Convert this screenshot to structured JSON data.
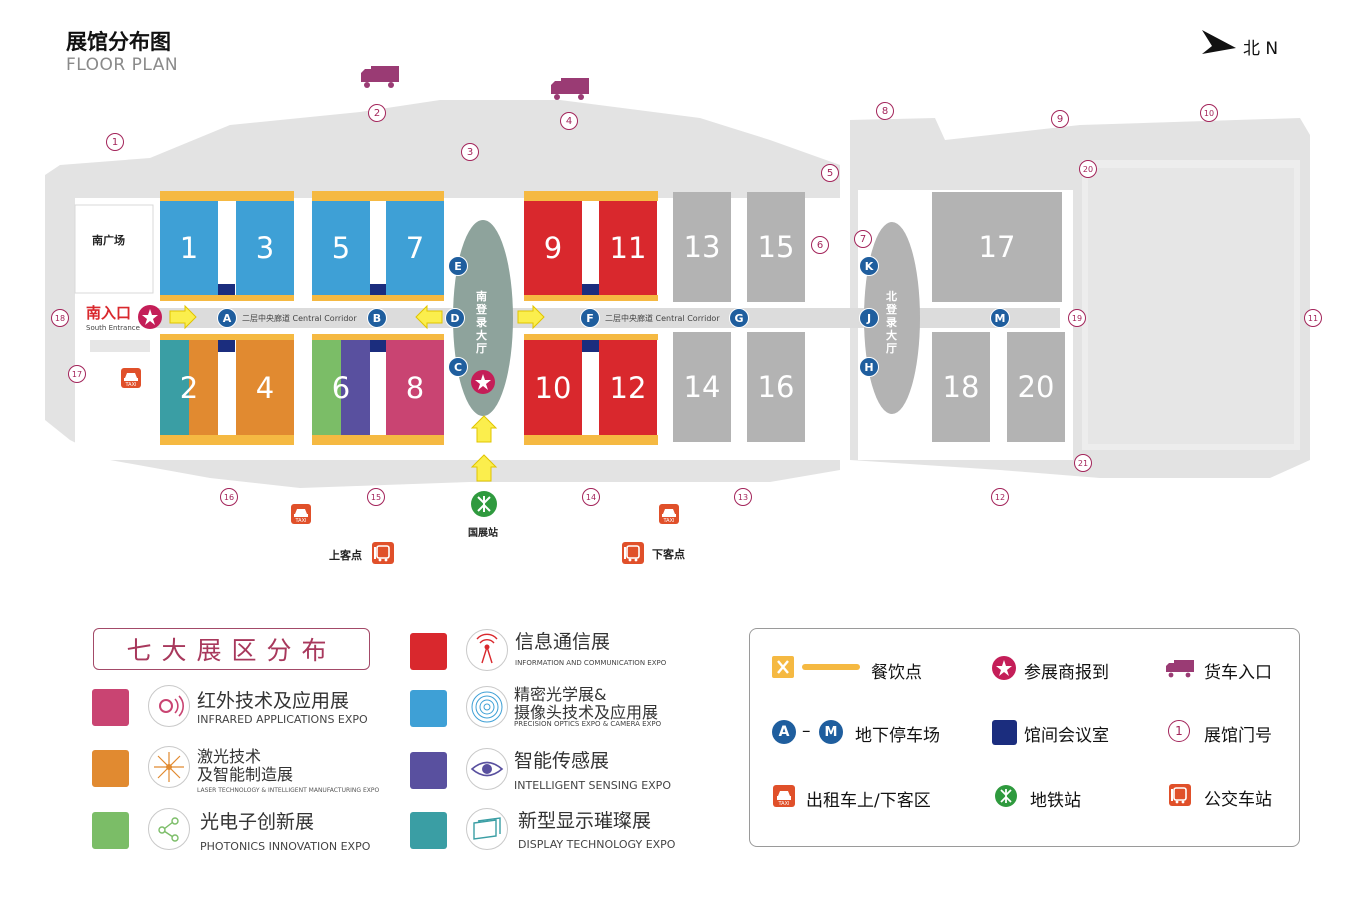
{
  "header": {
    "title_cn": "展馆分布图",
    "title_en": "FLOOR PLAN",
    "compass_label": "北 N"
  },
  "halls": [
    {
      "num": "1",
      "color": "#3ea0d6"
    },
    {
      "num": "3",
      "color": "#3ea0d6"
    },
    {
      "num": "5",
      "color": "#3ea0d6"
    },
    {
      "num": "7",
      "color": "#3ea0d6"
    },
    {
      "num": "9",
      "color": "#d9282d"
    },
    {
      "num": "11",
      "color": "#d9282d"
    },
    {
      "num": "13",
      "color": "#b3b3b3"
    },
    {
      "num": "15",
      "color": "#b3b3b3"
    },
    {
      "num": "17",
      "color": "#b3b3b3"
    },
    {
      "num": "2",
      "color": "#3a9ea4",
      "split": "#e18a30"
    },
    {
      "num": "4",
      "color": "#e18a30"
    },
    {
      "num": "6",
      "color": "#7bbd67",
      "split": "#59509f"
    },
    {
      "num": "8",
      "color": "#c94472"
    },
    {
      "num": "10",
      "color": "#d9282d"
    },
    {
      "num": "12",
      "color": "#d9282d"
    },
    {
      "num": "14",
      "color": "#b3b3b3"
    },
    {
      "num": "16",
      "color": "#b3b3b3"
    },
    {
      "num": "18",
      "color": "#b3b3b3"
    },
    {
      "num": "20",
      "color": "#b3b3b3"
    }
  ],
  "parking_labels": [
    "A",
    "B",
    "C",
    "D",
    "E",
    "F",
    "G",
    "H",
    "J",
    "K",
    "M"
  ],
  "gates": [
    "1",
    "2",
    "3",
    "4",
    "5",
    "6",
    "7",
    "8",
    "9",
    "10",
    "11",
    "12",
    "13",
    "14",
    "15",
    "16",
    "17",
    "18",
    "19",
    "20",
    "21"
  ],
  "labels": {
    "south_square": "南广场",
    "south_entrance_cn": "南入口",
    "south_entrance_en": "South Entrance",
    "corridor_left": "二层中央廊道  Central Corridor",
    "corridor_right": "二层中央廊道  Central Corridor",
    "south_hall": "南登录大厅",
    "north_hall": "北登录大厅",
    "metro_station": "国展站",
    "pickup": "上客点",
    "dropoff": "下客点",
    "taxi": "TAXI"
  },
  "zones": {
    "title": "七大展区分布",
    "items": [
      {
        "cn": "红外技术及应用展",
        "en": "INFRARED APPLICATIONS EXPO",
        "color": "#c94472",
        "icon": "infrared-icon"
      },
      {
        "cn": "激光技术\n及智能制造展",
        "en": "LASER TECHNOLOGY & INTELLIGENT MANUFACTURING EXPO",
        "color": "#e18a30",
        "icon": "laser-icon"
      },
      {
        "cn": "光电子创新展",
        "en": "PHOTONICS INNOVATION EXPO",
        "color": "#7bbd67",
        "icon": "photonics-icon"
      },
      {
        "cn": "信息通信展",
        "en": "INFORMATION AND COMMUNICATION EXPO",
        "color": "#d9282d",
        "icon": "signal-tower-icon"
      },
      {
        "cn": "精密光学展&\n摄像头技术及应用展",
        "en": "PRECISION OPTICS EXPO & CAMERA EXPO",
        "color": "#3ea0d6",
        "icon": "lens-icon"
      },
      {
        "cn": "智能传感展",
        "en": "INTELLIGENT SENSING EXPO",
        "color": "#59509f",
        "icon": "eye-icon"
      },
      {
        "cn": "新型显示璀璨展",
        "en": "DISPLAY TECHNOLOGY EXPO",
        "color": "#3a9ea4",
        "icon": "display-icon"
      }
    ]
  },
  "legend": {
    "catering": "餐饮点",
    "checkin": "参展商报到",
    "truck_entry": "货车入口",
    "parking_from": "A",
    "parking_to": "M",
    "parking_dash": "–",
    "parking": "地下停车场",
    "meeting_room": "馆间会议室",
    "gate_sample": "1",
    "gate": "展馆门号",
    "taxi": "出租车上/下客区",
    "metro": "地铁站",
    "bus": "公交车站"
  },
  "colors": {
    "road": "#e2e2e2",
    "gate": "#a3245a",
    "parking": "#1f5e9e",
    "meeting": "#1b2d7e",
    "truck": "#9a3b74",
    "taxi": "#e0502a",
    "metro": "#2f9a3e",
    "arrow": "#fbee4d",
    "food": "#f5b942"
  }
}
